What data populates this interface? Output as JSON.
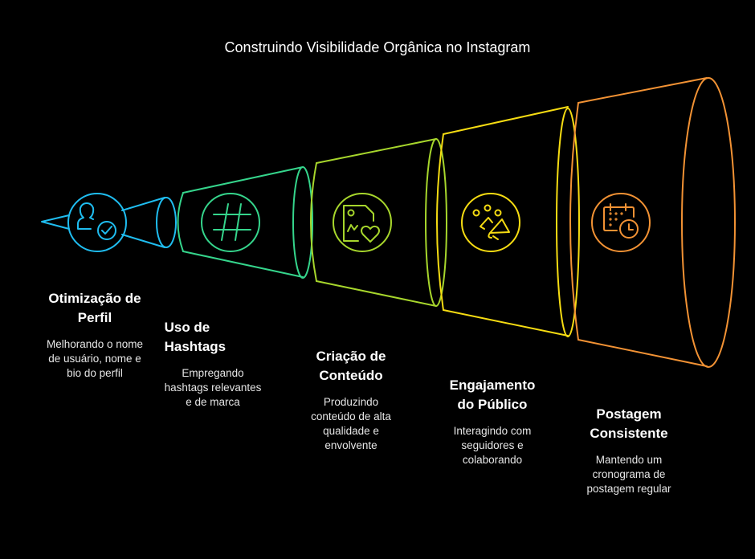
{
  "title": "Construindo Visibilidade Orgânica no Instagram",
  "stages": [
    {
      "title": "Otimização de\nPerfil",
      "description": "Melhorando o nome\nde usuário, nome e\nbio do perfil",
      "icon": "user-check-icon",
      "color": "#1fbdf0"
    },
    {
      "title": "Uso de\nHashtags",
      "description": "Empregando\nhashtags relevantes\ne de marca",
      "icon": "hashtag-icon",
      "color": "#35d58c"
    },
    {
      "title": "Criação de\nConteúdo",
      "description": "Produzindo\nconteúdo de alta\nqualidade e\nenvolvente",
      "icon": "image-heart-icon",
      "color": "#a7d62c"
    },
    {
      "title": "Engajamento\ndo Público",
      "description": "Interagindo com\nseguidores e\ncolaborando",
      "icon": "audience-megaphone-icon",
      "color": "#f6dc12"
    },
    {
      "title": "Postagem\nConsistente",
      "description": "Mantendo um\ncronograma de\npostagem regular",
      "icon": "calendar-clock-icon",
      "color": "#f29234"
    }
  ]
}
